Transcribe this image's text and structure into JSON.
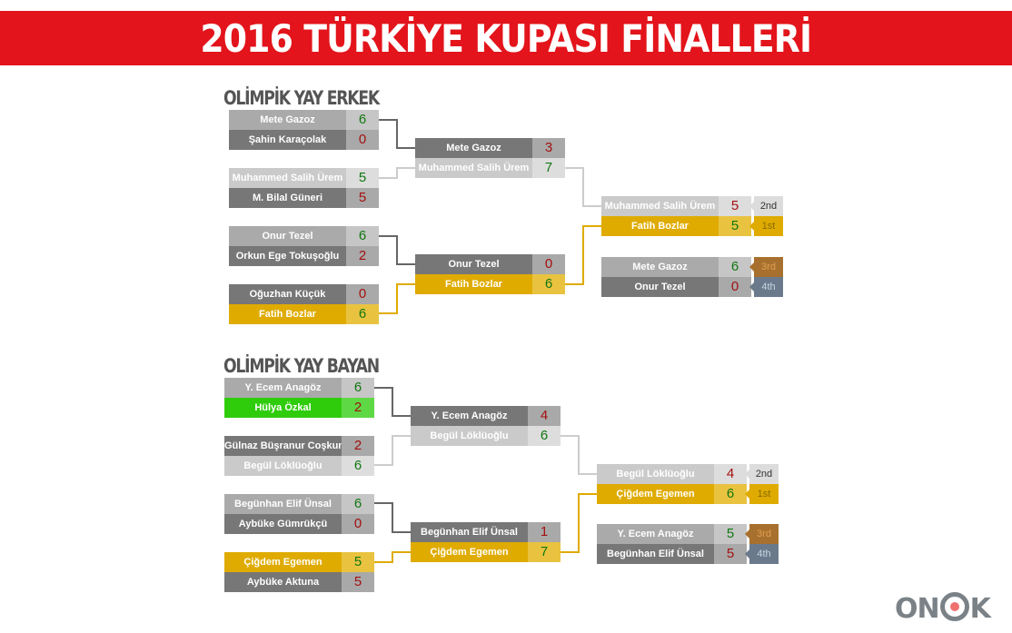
{
  "title": "2016 TÜRKİYE KUPASI FİNALLERİ",
  "men": {
    "heading": "OLİMPİK YAY ERKEK",
    "r1": [
      [
        [
          "Mete Gazoz",
          "6"
        ],
        [
          "Şahin Karaçolak",
          "0"
        ]
      ],
      [
        [
          "Muhammed Salih Ürem",
          "5"
        ],
        [
          "M. Bilal Güneri",
          "5"
        ]
      ],
      [
        [
          "Onur Tezel",
          "6"
        ],
        [
          "Orkun Ege Tokuşoğlu",
          "2"
        ]
      ],
      [
        [
          "Oğuzhan Küçük",
          "0"
        ],
        [
          "Fatih Bozlar",
          "6"
        ]
      ]
    ],
    "semi": [
      [
        [
          "Mete Gazoz",
          "3"
        ],
        [
          "Muhammed Salih Ürem",
          "7"
        ]
      ],
      [
        [
          "Onur Tezel",
          "0"
        ],
        [
          "Fatih Bozlar",
          "6"
        ]
      ]
    ],
    "final": [
      [
        "Muhammed Salih Ürem",
        "5",
        "2nd"
      ],
      [
        "Fatih Bozlar",
        "5",
        "1st"
      ]
    ],
    "bronze": [
      [
        "Mete Gazoz",
        "6",
        "3rd"
      ],
      [
        "Onur Tezel",
        "0",
        "4th"
      ]
    ]
  },
  "women": {
    "heading": "OLİMPİK YAY BAYAN",
    "r1": [
      [
        [
          "Y. Ecem Anagöz",
          "6"
        ],
        [
          "Hülya Özkal",
          "2"
        ]
      ],
      [
        [
          "Gülnaz Büşranur Coşkun",
          "2"
        ],
        [
          "Begül Löklüoğlu",
          "6"
        ]
      ],
      [
        [
          "Begünhan Elif Ünsal",
          "6"
        ],
        [
          "Aybüke Gümrükçü",
          "0"
        ]
      ],
      [
        [
          "Çiğdem Egemen",
          "5"
        ],
        [
          "Aybüke Aktuna",
          "5"
        ]
      ]
    ],
    "semi": [
      [
        [
          "Y. Ecem Anagöz",
          "4"
        ],
        [
          "Begül Löklüoğlu",
          "6"
        ]
      ],
      [
        [
          "Begünhan Elif Ünsal",
          "1"
        ],
        [
          "Çiğdem Egemen",
          "7"
        ]
      ]
    ],
    "final": [
      [
        "Begül Löklüoğlu",
        "4",
        "2nd"
      ],
      [
        "Çiğdem Egemen",
        "6",
        "1st"
      ]
    ],
    "bronze": [
      [
        "Y. Ecem Anagöz",
        "5",
        "3rd"
      ],
      [
        "Begünhan Elif Ünsal",
        "5",
        "4th"
      ]
    ]
  },
  "logo": "ONOK",
  "colors": {
    "banner": "#e3141b",
    "gold": "#dfab00",
    "win": "#117711",
    "loss": "#a31010"
  }
}
